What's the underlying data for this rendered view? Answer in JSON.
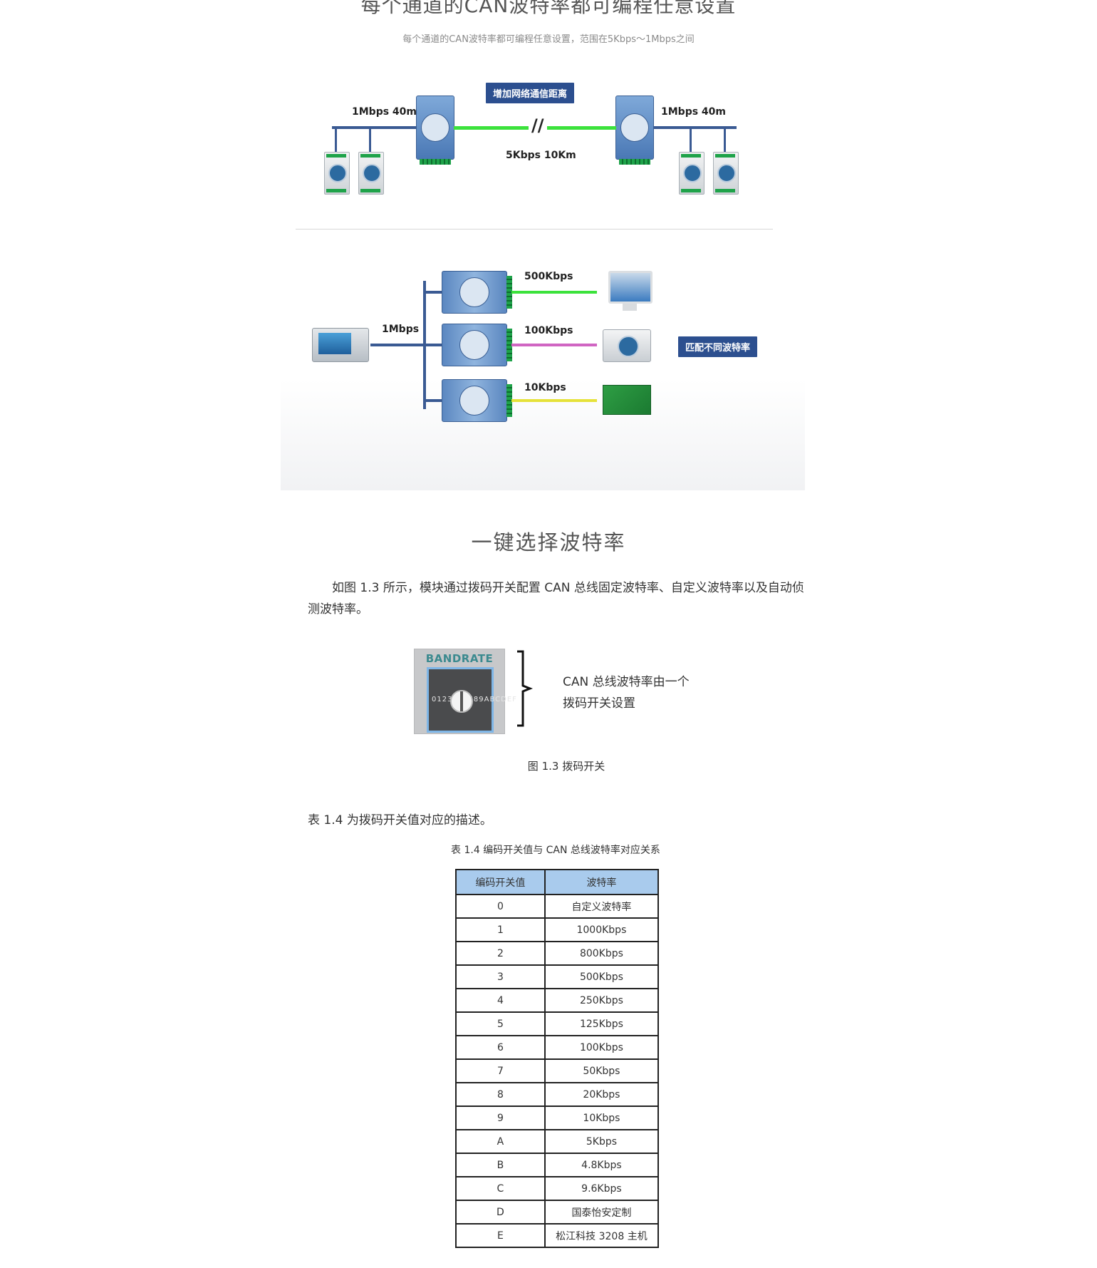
{
  "header": {
    "title": "每个通道的CAN波特率都可编程任意设置",
    "subtitle": "每个通道的CAN波特率都可编程任意设置，范围在5Kbps～1Mbps之间"
  },
  "diagram1": {
    "badge": "增加网络通信距离",
    "left_label": "1Mbps  40m",
    "right_label": "1Mbps  40m",
    "link_label": "5Kbps  10Km",
    "break_mark": "//"
  },
  "diagram2": {
    "trunk_label": "1Mbps",
    "links": [
      {
        "label": "500Kbps",
        "color": "#3ce23c",
        "device": "monitor-icon"
      },
      {
        "label": "100Kbps",
        "color": "#d065c2",
        "device": "can-module-icon"
      },
      {
        "label": "10Kbps",
        "color": "#e6e23a",
        "device": "circuit-board-icon"
      }
    ],
    "badge": "匹配不同波特率",
    "accent": "#2c4f8f"
  },
  "section": {
    "title": "一键选择波特率",
    "intro": "如图 1.3 所示，模块通过拨码开关配置 CAN 总线固定波特率、自定义波特率以及自动侦测波特率。"
  },
  "dial": {
    "label": "BANDRATE",
    "digits": "0123456789ABCDEF",
    "note_line1": "CAN  总线波特率由一个",
    "note_line2": "拨码开关设置",
    "caption": "图 1.3  拨码开关"
  },
  "table": {
    "intro": "表 1.4 为拨码开关值对应的描述。",
    "caption": "表 1.4 编码开关值与 CAN 总线波特率对应关系",
    "headers": [
      "编码开关值",
      "波特率"
    ],
    "header_bg": "#a9cbed",
    "rows": [
      [
        "0",
        "自定义波特率"
      ],
      [
        "1",
        "1000Kbps"
      ],
      [
        "2",
        "800Kbps"
      ],
      [
        "3",
        "500Kbps"
      ],
      [
        "4",
        "250Kbps"
      ],
      [
        "5",
        "125Kbps"
      ],
      [
        "6",
        "100Kbps"
      ],
      [
        "7",
        "50Kbps"
      ],
      [
        "8",
        "20Kbps"
      ],
      [
        "9",
        "10Kbps"
      ],
      [
        "A",
        "5Kbps"
      ],
      [
        "B",
        "4.8Kbps"
      ],
      [
        "C",
        "9.6Kbps"
      ],
      [
        "D",
        "国泰怡安定制"
      ],
      [
        "E",
        "松江科技 3208 主机"
      ]
    ]
  }
}
